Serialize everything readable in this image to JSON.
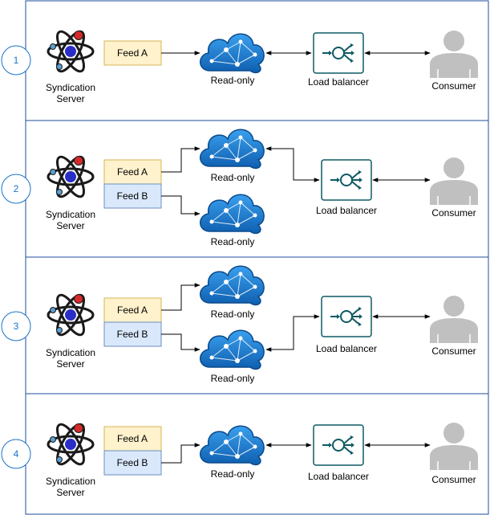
{
  "colors": {
    "panel_border": "#1f4e9c",
    "circle_border": "#1a73c9",
    "feed_a_fill": "#fff2cc",
    "feed_a_stroke": "#d6b656",
    "feed_b_fill": "#dae8fc",
    "feed_b_stroke": "#6c8ebf",
    "cloud_fill": "#1d7fd6",
    "lb_stroke": "#0e5a63",
    "consumer_fill": "#c0c0c0"
  },
  "icons": {
    "server": "atom-icon",
    "cloud": "cloud-network-icon",
    "load_balancer": "load-balancer-icon",
    "consumer": "user-silhouette-icon"
  },
  "panels": [
    {
      "number": "1",
      "server_label_1": "Syndication",
      "server_label_2": "Server",
      "feeds": [
        "Feed A"
      ],
      "clouds": [
        {
          "label": "Read-only"
        }
      ],
      "load_balancer_label": "Load balancer",
      "consumer_label": "Consumer"
    },
    {
      "number": "2",
      "server_label_1": "Syndication",
      "server_label_2": "Server",
      "feeds": [
        "Feed A",
        "Feed B"
      ],
      "clouds": [
        {
          "label": "Read-only"
        },
        {
          "label": "Read-only"
        }
      ],
      "load_balancer_label": "Load balancer",
      "consumer_label": "Consumer"
    },
    {
      "number": "3",
      "server_label_1": "Syndication",
      "server_label_2": "Server",
      "feeds": [
        "Feed A",
        "Feed B"
      ],
      "clouds": [
        {
          "label": "Read-only"
        },
        {
          "label": "Read-only"
        }
      ],
      "load_balancer_label": "Load balancer",
      "consumer_label": "Consumer"
    },
    {
      "number": "4",
      "server_label_1": "Syndication",
      "server_label_2": "Server",
      "feeds": [
        "Feed A",
        "Feed B"
      ],
      "clouds": [
        {
          "label": "Read-only"
        }
      ],
      "load_balancer_label": "Load balancer",
      "consumer_label": "Consumer"
    }
  ]
}
